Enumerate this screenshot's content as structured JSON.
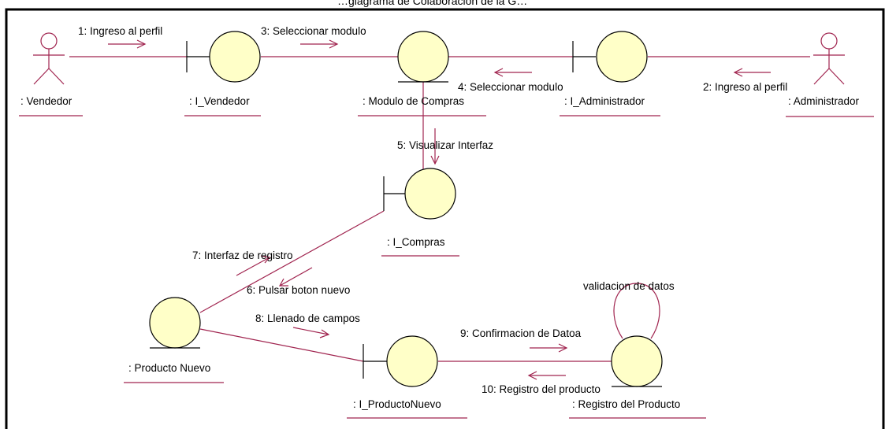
{
  "title": "…giagrama de Colaboración de la G…",
  "actors": {
    "vendedor": ": Vendedor",
    "administrador": ": Administrador"
  },
  "objects": {
    "i_vendedor": ": I_Vendedor",
    "modulo_compras": ": Modulo de Compras",
    "i_administrador": ": I_Administrador",
    "i_compras": ": I_Compras",
    "producto_nuevo": ": Producto Nuevo",
    "i_producto_nuevo": ": I_ProductoNuevo",
    "registro_producto": ": Registro del Producto"
  },
  "messages": {
    "m1": "1: Ingreso al perfil",
    "m2": "2: Ingreso al perfil",
    "m3": "3: Seleccionar modulo",
    "m4": "4: Seleccionar modulo",
    "m5": "5: Visualizar Interfaz",
    "m6": "6: Pulsar boton nuevo",
    "m7": "7: Interfaz de registro",
    "m8": "8: Llenado de campos",
    "m9": "9: Confirmacion de Datoa",
    "m10": "10: Registro del producto",
    "self": "validacion de datos"
  },
  "colors": {
    "object_fill": "#ffffc8",
    "link": "#a0244f"
  }
}
